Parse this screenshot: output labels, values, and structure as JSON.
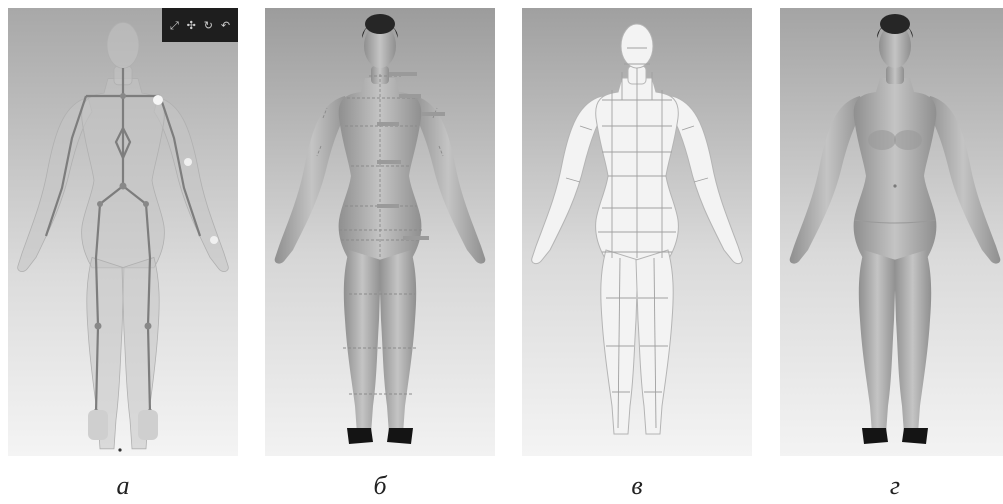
{
  "captions": {
    "a": "а",
    "b": "б",
    "c": "в",
    "d": "г"
  },
  "panels": [
    {
      "id": "a",
      "view": "skeleton-rig",
      "avatar": "female-avatar"
    },
    {
      "id": "b",
      "view": "measurement-lines",
      "avatar": "female-avatar"
    },
    {
      "id": "c",
      "view": "wireframe",
      "avatar": "female-avatar"
    },
    {
      "id": "d",
      "view": "plain",
      "avatar": "female-avatar"
    }
  ],
  "toolbar_icons": [
    "expand-icon",
    "move-icon",
    "rotate-icon",
    "undo-icon"
  ],
  "colors": {
    "skin": "#b9b9b9",
    "hair": "#262626",
    "shoes": "#141414",
    "skeleton": "#7d7d7d",
    "measure": "#8a8a8a",
    "wire": "#a0a0a0",
    "toolbar": "#1e1e1e"
  }
}
